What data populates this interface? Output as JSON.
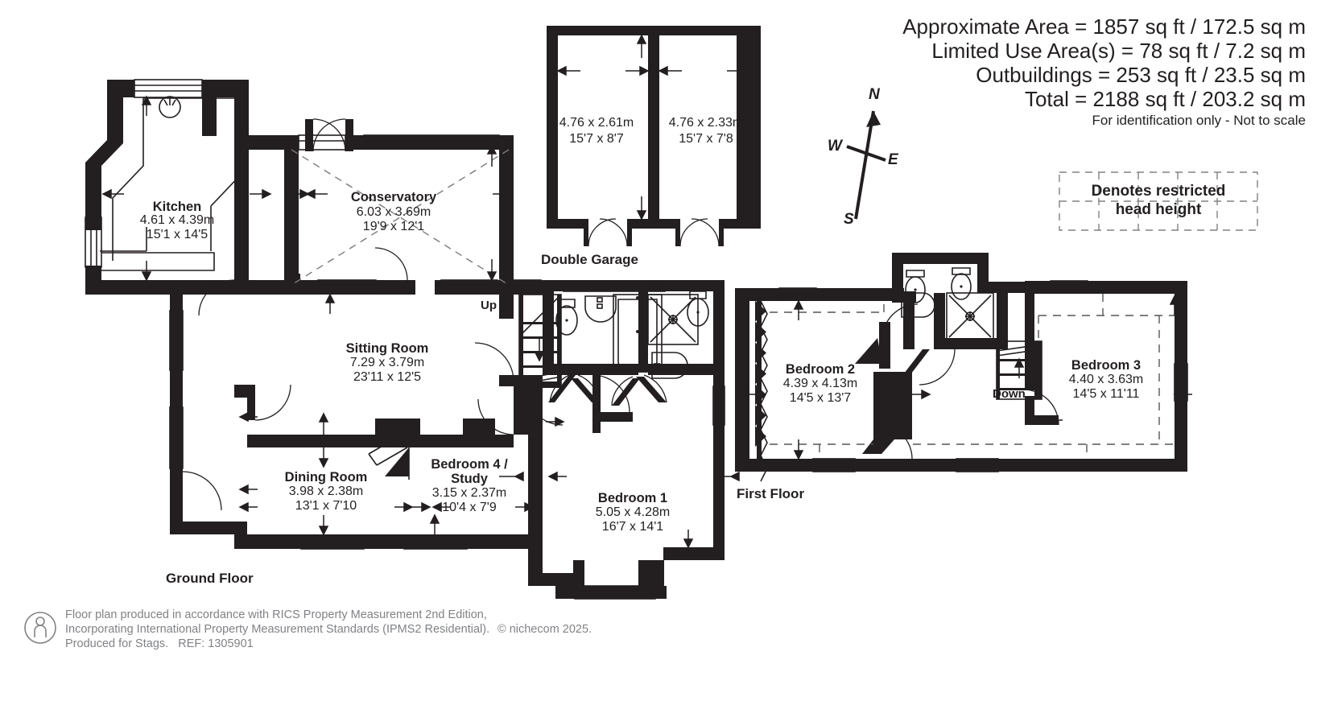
{
  "header": {
    "lines": [
      "Approximate Area = 1857 sq ft / 172.5 sq m",
      "Limited Use Area(s) = 78 sq ft / 7.2 sq m",
      "Outbuildings = 253 sq ft / 23.5 sq m",
      "Total = 2188 sq ft / 203.2 sq m"
    ],
    "disclaimer": "For identification only - Not to scale"
  },
  "compass": {
    "north": "N",
    "south": "S",
    "east": "E",
    "west": "W"
  },
  "legend": {
    "line1": "Denotes restricted",
    "line2": "head height"
  },
  "floors": [
    {
      "label": "Ground Floor"
    },
    {
      "label": "First Floor"
    },
    {
      "label": "Double Garage"
    }
  ],
  "rooms": [
    {
      "name": "Kitchen",
      "metric": "4.61 x 4.39m",
      "imperial": "15'1 x 14'5"
    },
    {
      "name": "Conservatory",
      "metric": "6.03 x 3.69m",
      "imperial": "19'9 x 12'1"
    },
    {
      "name": "Sitting Room",
      "metric": "7.29 x 3.79m",
      "imperial": "23'11 x 12'5"
    },
    {
      "name": "Dining Room",
      "metric": "3.98 x 2.38m",
      "imperial": "13'1 x 7'10"
    },
    {
      "name": "Bedroom 4 /",
      "name2": "Study",
      "metric": "3.15 x 2.37m",
      "imperial": "10'4 x 7'9"
    },
    {
      "name": "Bedroom 1",
      "metric": "5.05 x 4.28m",
      "imperial": "16'7 x 14'1"
    },
    {
      "name": "Bedroom 2",
      "metric": "4.39 x 4.13m",
      "imperial": "14'5 x 13'7"
    },
    {
      "name": "Bedroom 3",
      "metric": "4.40 x 3.63m",
      "imperial": "14'5 x 11'11"
    }
  ],
  "garage": {
    "bay1": {
      "metric": "4.76 x 2.61m",
      "imperial": "15'7 x 8'7"
    },
    "bay2": {
      "metric": "4.76 x 2.33m",
      "imperial": "15'7 x 7'8"
    }
  },
  "stairs": {
    "up": "Up",
    "down": "Down"
  },
  "footer": {
    "line1": "Floor plan produced in accordance with RICS Property Measurement 2nd Edition,",
    "line2": "Incorporating International Property Measurement Standards (IPMS2 Residential).",
    "copyright": "© nichecom 2025.",
    "line3": "Produced for Stags.   REF: 1305901"
  },
  "colors": {
    "wall": "#231f20",
    "text": "#231f20",
    "footer": "#808285",
    "dashed": "#6d6e71"
  }
}
